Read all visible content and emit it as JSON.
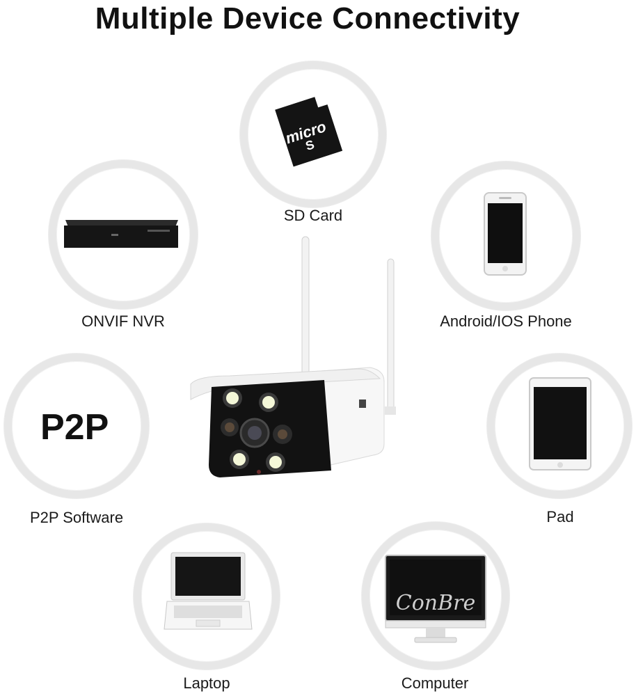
{
  "title": "Multiple Device Connectivity",
  "devices": [
    {
      "label": "SD Card",
      "icon": "micro-sd-card-icon",
      "icon_text": "micro"
    },
    {
      "label": "ONVIF NVR",
      "icon": "nvr-recorder-icon"
    },
    {
      "label": "Android/IOS Phone",
      "icon": "smartphone-icon"
    },
    {
      "label": "P2P Software",
      "icon": "p2p-icon",
      "icon_text": "P2P"
    },
    {
      "label": "Pad",
      "icon": "tablet-icon"
    },
    {
      "label": "Laptop",
      "icon": "laptop-icon"
    },
    {
      "label": "Computer",
      "icon": "desktop-monitor-icon",
      "watermark": "ConBre"
    }
  ],
  "center": {
    "icon": "wifi-bullet-camera-icon"
  },
  "colors": {
    "ring": "#e7e7e7",
    "title": "#111111",
    "device_black": "#151515",
    "led": "#f4f7d8"
  }
}
